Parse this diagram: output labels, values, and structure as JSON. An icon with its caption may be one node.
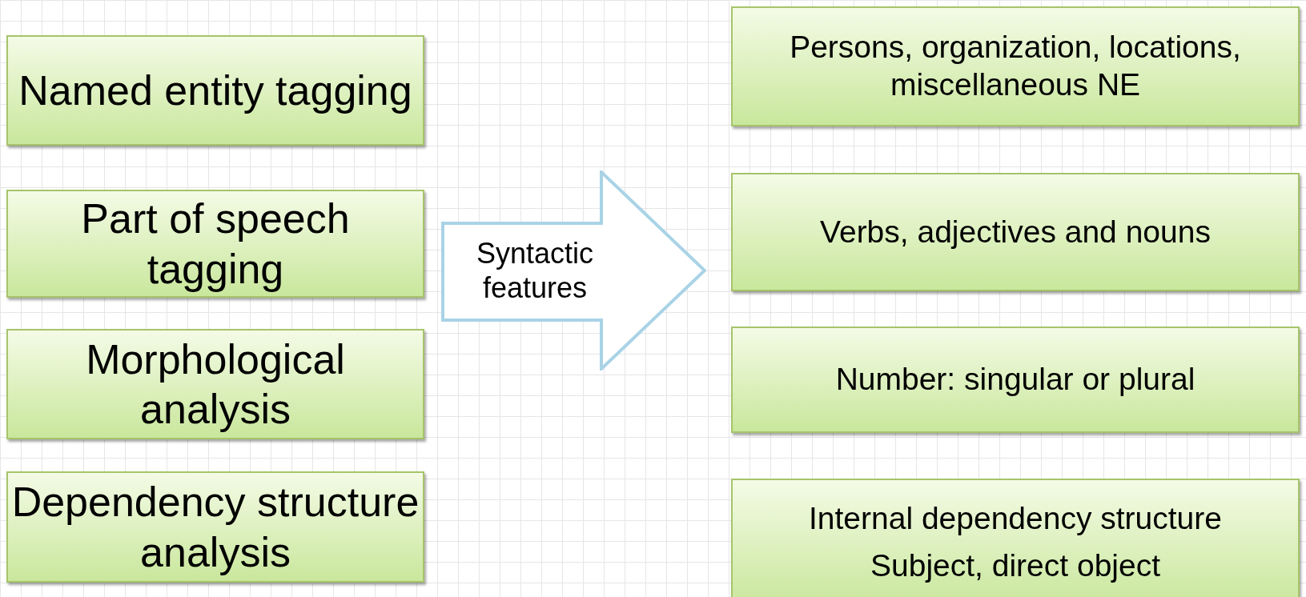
{
  "diagram": {
    "nodes": [
      {
        "text": [
          "Named entity tagging"
        ]
      },
      {
        "text": [
          "Part of speech tagging"
        ]
      },
      {
        "text": [
          "Morphological analysis"
        ]
      },
      {
        "text": [
          "Dependency structure analysis"
        ]
      },
      {
        "text": [
          "Syntactic features"
        ]
      },
      {
        "text": [
          "Persons, organization, locations, miscellaneous NE"
        ]
      },
      {
        "text": [
          "Verbs, adjectives and nouns"
        ]
      },
      {
        "text": [
          "Number: singular or plural"
        ]
      },
      {
        "text": [
          "Internal dependency structure",
          "Subject, direct object"
        ]
      }
    ]
  }
}
